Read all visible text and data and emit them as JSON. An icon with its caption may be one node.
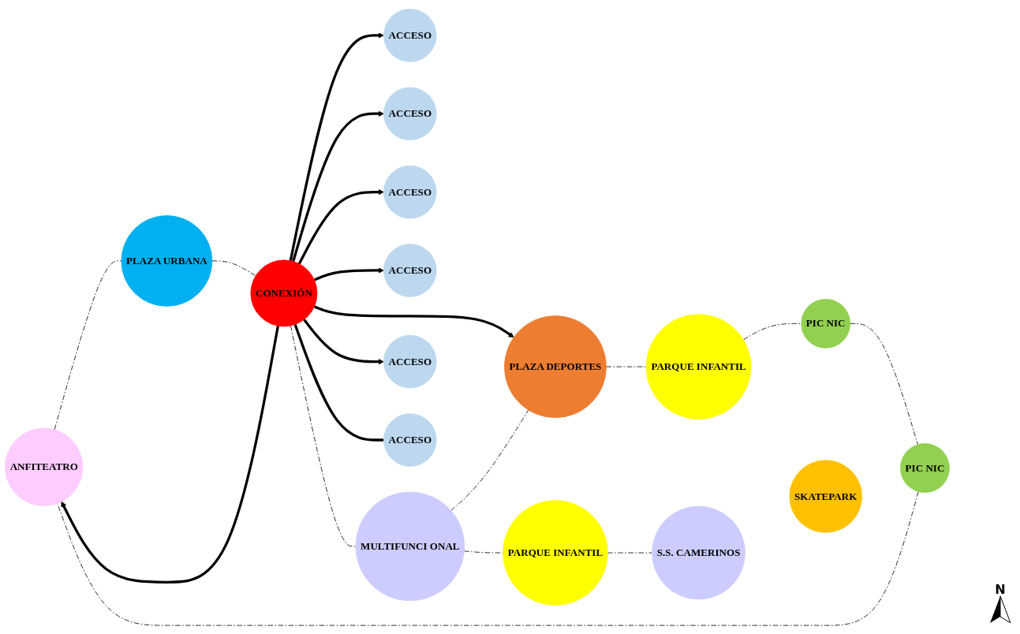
{
  "diagram": {
    "nodes": [
      {
        "text": [
          "ACCESO"
        ]
      },
      {
        "text": [
          "ANFITEATRO"
        ]
      },
      {
        "text": [
          "ACCESO"
        ]
      },
      {
        "text": [
          "PLAZA URBANA"
        ]
      },
      {
        "text": [
          "PIC NIC"
        ]
      },
      {
        "text": [
          "ACCESO"
        ]
      },
      {
        "text": [
          "CONEXIÓN"
        ]
      },
      {
        "text": [
          "ACCESO"
        ]
      },
      {
        "text": [
          "MULTIFUNCI ONAL"
        ]
      },
      {
        "text": [
          "PIC NIC"
        ]
      },
      {
        "text": [
          "PARQUE INFANTIL"
        ]
      },
      {
        "text": [
          "PARQUE INFANTIL"
        ]
      },
      {
        "text": [
          "S.S. CAMERINOS"
        ]
      },
      {
        "text": [
          "PLAZA DEPORTES"
        ]
      },
      {
        "text": [
          "SKATEPARK"
        ]
      },
      {
        "text": [
          "ACCESO"
        ]
      },
      {
        "text": [
          "ACCESO"
        ]
      }
    ],
    "edges": [
      {
        "from": 6,
        "to": 0,
        "arrow": "to",
        "style": "thick"
      },
      {
        "from": 6,
        "to": 1,
        "arrow": "to",
        "style": "thick"
      },
      {
        "from": 6,
        "to": 2,
        "arrow": "to",
        "style": "thick"
      },
      {
        "from": 6,
        "to": 5,
        "arrow": "to",
        "style": "thick"
      },
      {
        "from": 6,
        "to": 7,
        "arrow": "to",
        "style": "thick"
      },
      {
        "from": 6,
        "to": 13,
        "arrow": "to",
        "style": "thick"
      },
      {
        "from": 6,
        "to": 15,
        "arrow": "to",
        "style": "thick"
      },
      {
        "from": 6,
        "to": 16,
        "arrow": "none",
        "style": "thick"
      },
      {
        "from": 1,
        "to": 3,
        "arrow": "none",
        "style": "dashed"
      },
      {
        "from": 3,
        "to": 6,
        "arrow": "none",
        "style": "dashed"
      },
      {
        "from": 6,
        "to": 8,
        "arrow": "none",
        "style": "dashed"
      },
      {
        "from": 8,
        "to": 13,
        "arrow": "none",
        "style": "dashed"
      },
      {
        "from": 8,
        "to": 10,
        "arrow": "none",
        "style": "dashed"
      },
      {
        "from": 10,
        "to": 12,
        "arrow": "none",
        "style": "dashed"
      },
      {
        "from": 13,
        "to": 11,
        "arrow": "none",
        "style": "dashed"
      },
      {
        "from": 11,
        "to": 9,
        "arrow": "none",
        "style": "dashed"
      },
      {
        "from": 9,
        "to": 4,
        "arrow": "none",
        "style": "dashed"
      },
      {
        "from": 4,
        "to": 1,
        "arrow": "none",
        "style": "dashed"
      }
    ],
    "labels": [
      "N"
    ]
  }
}
